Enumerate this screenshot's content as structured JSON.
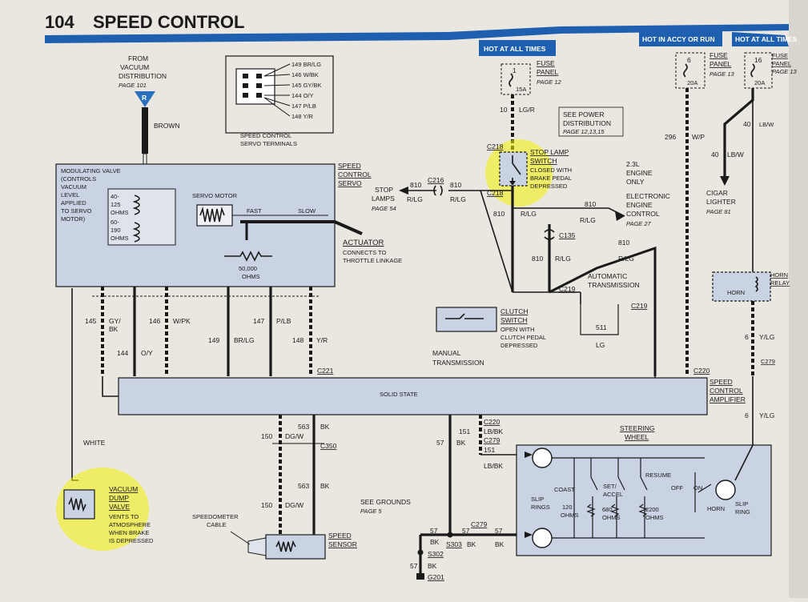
{
  "header": {
    "page_number": "104",
    "title": "SPEED CONTROL"
  },
  "labels": {
    "from_vacuum_1": "FROM",
    "from_vacuum_2": "VACUUM",
    "from_vacuum_3": "DISTRIBUTION",
    "from_vacuum_page": "PAGE 101",
    "vacuum_tag": "R",
    "brown": "BROWN",
    "servo_terminals_1": "SPEED CONTROL",
    "servo_terminals_2": "SERVO TERMINALS",
    "term_1": "149 BR/LG",
    "term_2": "146 W/BK",
    "term_3": "145 GY/BK",
    "term_4": "144 O/Y",
    "term_5": "147 P/LB",
    "term_6": "148 Y/R",
    "mod_valve_1": "MODULATING VALVE",
    "mod_valve_2": "(CONTROLS",
    "mod_valve_3": "VACUUM",
    "mod_valve_4": "LEVEL",
    "mod_valve_5": "APPLIED",
    "mod_valve_6": "TO SERVO",
    "mod_valve_7": "MOTOR)",
    "ohms_40": "40-",
    "ohms_125": "125",
    "ohms_125b": "OHMS",
    "ohms_60": "60-",
    "ohms_190": "190",
    "ohms_190b": "OHMS",
    "servo_motor": "SERVO MOTOR",
    "fast": "FAST",
    "slow": "SLOW",
    "ohms_50000": "50,000",
    "ohms_50000b": "OHMS",
    "speed_control_servo_1": "SPEED",
    "speed_control_servo_2": "CONTROL",
    "speed_control_servo_3": "SERVO",
    "actuator": "ACTUATOR",
    "actuator_2": "CONNECTS TO",
    "actuator_3": "THROTTLE LINKAGE",
    "stop_lamps": "STOP",
    "stop_lamps_2": "LAMPS",
    "stop_lamps_page": "PAGE 54",
    "w810a": "810",
    "rlga": "R/LG",
    "c216": "C216",
    "w810b": "810",
    "rlgb": "R/LG",
    "hot_all_1": "HOT AT ALL TIMES",
    "hot_accy": "HOT IN ACCY OR RUN",
    "hot_all_2": "HOT AT ALL TIMES",
    "fuse_panel_1a": "FUSE",
    "fuse_panel_1b": "PANEL",
    "fuse_panel_1c": "PAGE 12",
    "fuse_1_num": "1",
    "fuse_1_amp": "15A",
    "w10": "10",
    "lgr": "LG/R",
    "see_power_1": "SEE POWER",
    "see_power_2": "DISTRIBUTION",
    "see_power_3": "PAGE 12,13,15",
    "c218a": "C218",
    "c218b": "C218",
    "stop_switch_1": "STOP LAMP",
    "stop_switch_2": "SWITCH",
    "stop_switch_3": "CLOSED WITH",
    "stop_switch_4": "BRAKE PEDAL",
    "stop_switch_5": "DEPRESSED",
    "w810c": "810",
    "rlgc": "R/LG",
    "w810d": "810",
    "rlgd": "R/LG",
    "eng_1": "2.3L",
    "eng_2": "ENGINE",
    "eng_3": "ONLY",
    "eec_1": "ELECTRONIC",
    "eec_2": "ENGINE",
    "eec_3": "CONTROL",
    "eec_page": "PAGE 27",
    "c135": "C135",
    "w810e": "810",
    "rlge": "R/LG",
    "w810f": "810",
    "rlgf": "R/LG",
    "w810g": "810",
    "rlgg": "R/LG",
    "auto_trans_1": "AUTOMATIC",
    "auto_trans_2": "TRANSMISSION",
    "c219a": "C219",
    "c219b": "C219",
    "clutch_1": "CLUTCH",
    "clutch_2": "SWITCH",
    "clutch_3": "OPEN WITH",
    "clutch_4": "CLUTCH PEDAL",
    "clutch_5": "DEPRESSED",
    "manual_1": "MANUAL",
    "manual_2": "TRANSMISSION",
    "w511": "511",
    "lg": "LG",
    "fuse_6": "6",
    "fuse_6_amp": "20A",
    "fuse_panel_2a": "FUSE",
    "fuse_panel_2b": "PANEL",
    "fuse_panel_2c": "PAGE 13",
    "fuse_16": "16",
    "fuse_16_amp": "20A",
    "fuse_panel_3a": "FUSE",
    "fuse_panel_3b": "PANEL",
    "fuse_panel_3c": "PAGE 13",
    "w296": "296",
    "wp": "W/P",
    "w40a": "40",
    "lbwa": "LB/W",
    "w40b": "40",
    "lbwb": "LB/W",
    "cigar_1": "CIGAR",
    "cigar_2": "LIGHTER",
    "cigar_page": "PAGE 81",
    "horn_relay_1": "HORN",
    "horn_relay_2": "RELAY",
    "horn_in": "HORN",
    "w6a": "6",
    "ylga": "Y/LG",
    "c279a": "C279",
    "c220a": "C220",
    "amp_1": "SPEED",
    "amp_2": "CONTROL",
    "amp_3": "AMPLIFIER",
    "w6b": "6",
    "ylgb": "Y/LG",
    "w145": "145",
    "gybk": "GY/",
    "gybk2": "BK",
    "w146": "146",
    "wpk": "W/PK",
    "w147": "147",
    "plb": "P/LB",
    "w144": "144",
    "oy": "O/Y",
    "w149": "149",
    "brlg": "BR/LG",
    "w148": "148",
    "yr": "Y/R",
    "c221": "C221",
    "solid_state": "SOLID STATE",
    "white": "WHITE",
    "w563a": "563",
    "bka": "BK",
    "w150a": "150",
    "dgwa": "DG/W",
    "c350": "C350",
    "w563b": "563",
    "bkb": "BK",
    "w150b": "150",
    "dgwb": "DG/W",
    "speedo_1": "SPEEDOMETER",
    "speedo_2": "CABLE",
    "speed_sensor_1": "SPEED",
    "speed_sensor_2": "SENSOR",
    "see_grounds_1": "SEE GROUNDS",
    "see_grounds_2": "PAGE 5",
    "c220b": "C220",
    "w151a": "151",
    "lbbka": "LB/BK",
    "c279b": "C279",
    "w151b": "151",
    "lbbkb": "LB/BK",
    "w57a": "57",
    "bkc": "BK",
    "steering_1": "STEERING",
    "steering_2": "WHEEL",
    "coast": "COAST",
    "set_accel_1": "SET/",
    "set_accel_2": "ACCEL",
    "resume": "RESUME",
    "off": "OFF",
    "on": "ON",
    "slip_rings_1": "SLIP",
    "slip_rings_2": "RINGS",
    "ohms_120": "120",
    "ohms_120b": "OHMS",
    "ohms_680": "680",
    "ohms_680b": "OHMS",
    "ohms_2200": "2200",
    "ohms_2200b": "OHMS",
    "horn_sw": "HORN",
    "slip_ring_1": "SLIP",
    "slip_ring_2": "RING",
    "w57b": "57",
    "bkd": "BK",
    "w57c": "57",
    "c279c": "C279",
    "w57d": "57",
    "bke": "BK",
    "s303": "S303",
    "bkf": "BK",
    "s302": "S302",
    "w57e": "57",
    "bkg": "BK",
    "g201": "G201",
    "vac_dump_1": "VACUUM",
    "vac_dump_2": "DUMP",
    "vac_dump_3": "VALVE",
    "vac_dump_4": "VENTS TO",
    "vac_dump_5": "ATMOSPHERE",
    "vac_dump_6": "WHEN BRAKE",
    "vac_dump_7": "IS DEPRESSED"
  },
  "colors": {
    "header_blue": "#1f5fb0",
    "highlight": "#f4f000",
    "component_fill": "#c9d3e3"
  }
}
